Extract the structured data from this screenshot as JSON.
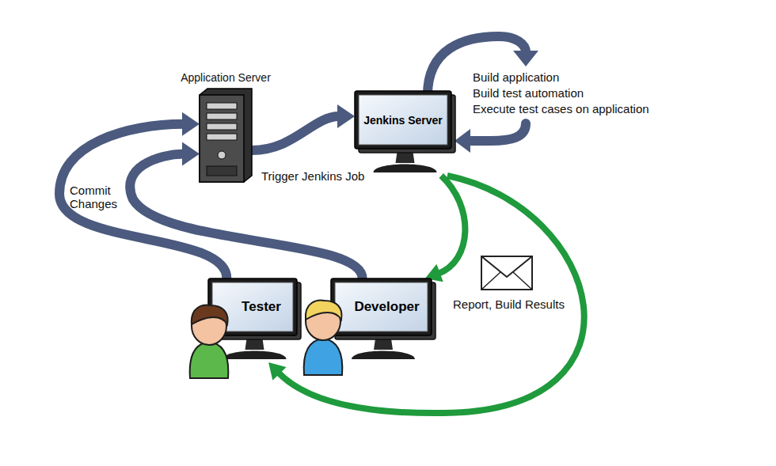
{
  "diagram": {
    "nodes": [
      {
        "text": [
          "Application Server"
        ]
      },
      {
        "text": [
          "Jenkins Server"
        ]
      },
      {
        "text": [
          "Tester"
        ]
      },
      {
        "text": [
          "Developer"
        ]
      }
    ],
    "edges": [
      {
        "from": 2,
        "to": 0,
        "arrow": "to",
        "label": "Commit Changes"
      },
      {
        "from": 3,
        "to": 0,
        "arrow": "to"
      },
      {
        "from": 0,
        "to": 1,
        "arrow": "to",
        "label": "Trigger Jenkins Job"
      },
      {
        "from": 1,
        "to": 3,
        "arrow": "to",
        "label": "Report, Build Results"
      },
      {
        "from": 1,
        "to": 2,
        "arrow": "to"
      }
    ],
    "labels": [
      "Build application",
      "Build test automation",
      "Execute test cases on application"
    ]
  }
}
